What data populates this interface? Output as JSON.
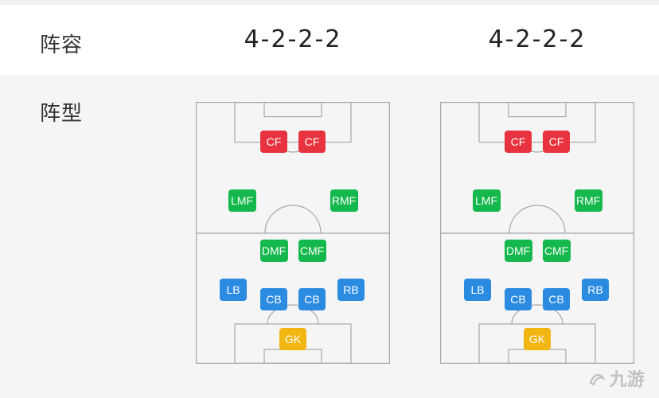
{
  "colors": {
    "forward": "#e8323f",
    "midfielder": "#14b84c",
    "defender": "#2a8be0",
    "goalkeeper": "#f2b613",
    "pitch_line": "#a7a7a7"
  },
  "lineup_row": {
    "label": "阵容",
    "values": [
      "4-2-2-2",
      "4-2-2-2"
    ]
  },
  "formation_row": {
    "label": "阵型",
    "pitches": [
      {
        "players": [
          {
            "role": "CF",
            "group": "forward"
          },
          {
            "role": "CF",
            "group": "forward"
          },
          {
            "role": "LMF",
            "group": "midfielder"
          },
          {
            "role": "RMF",
            "group": "midfielder"
          },
          {
            "role": "DMF",
            "group": "midfielder"
          },
          {
            "role": "CMF",
            "group": "midfielder"
          },
          {
            "role": "LB",
            "group": "defender"
          },
          {
            "role": "CB",
            "group": "defender"
          },
          {
            "role": "CB",
            "group": "defender"
          },
          {
            "role": "RB",
            "group": "defender"
          },
          {
            "role": "GK",
            "group": "goalkeeper"
          }
        ]
      },
      {
        "players": [
          {
            "role": "CF",
            "group": "forward"
          },
          {
            "role": "CF",
            "group": "forward"
          },
          {
            "role": "LMF",
            "group": "midfielder"
          },
          {
            "role": "RMF",
            "group": "midfielder"
          },
          {
            "role": "DMF",
            "group": "midfielder"
          },
          {
            "role": "CMF",
            "group": "midfielder"
          },
          {
            "role": "LB",
            "group": "defender"
          },
          {
            "role": "CB",
            "group": "defender"
          },
          {
            "role": "CB",
            "group": "defender"
          },
          {
            "role": "RB",
            "group": "defender"
          },
          {
            "role": "GK",
            "group": "goalkeeper"
          }
        ]
      }
    ]
  },
  "watermark": {
    "text": "九游"
  }
}
